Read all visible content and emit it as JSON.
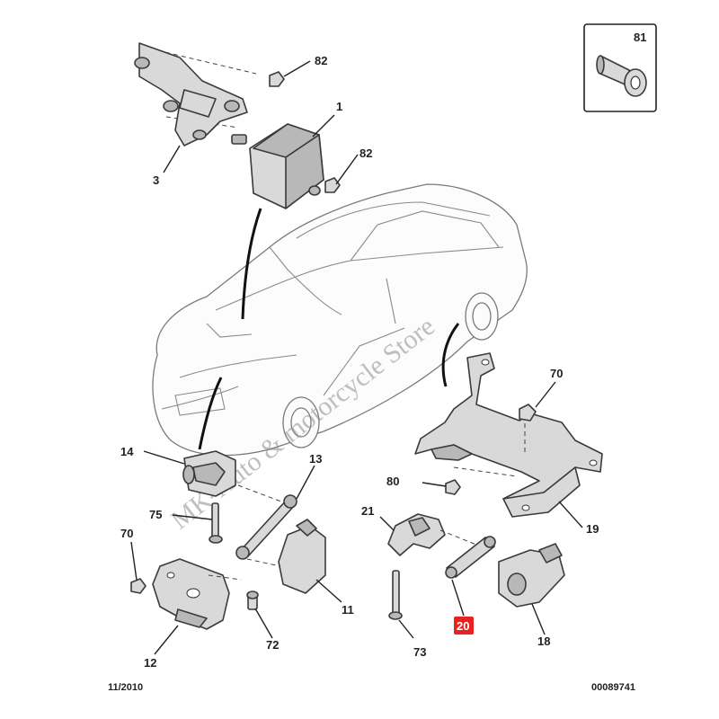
{
  "parts": {
    "p81": "81",
    "p82a": "82",
    "p82b": "82",
    "p1": "1",
    "p3": "3",
    "p70a": "70",
    "p70b": "70",
    "p14": "14",
    "p13": "13",
    "p80": "80",
    "p75": "75",
    "p21": "21",
    "p19": "19",
    "p11": "11",
    "p72": "72",
    "p12": "12",
    "p73": "73",
    "p20": "20",
    "p18": "18"
  },
  "highlight_color": "#e8231f",
  "footer": {
    "date": "11/2010",
    "ref": "00089741"
  },
  "watermark": "MK-Auto & motorcycle Store"
}
